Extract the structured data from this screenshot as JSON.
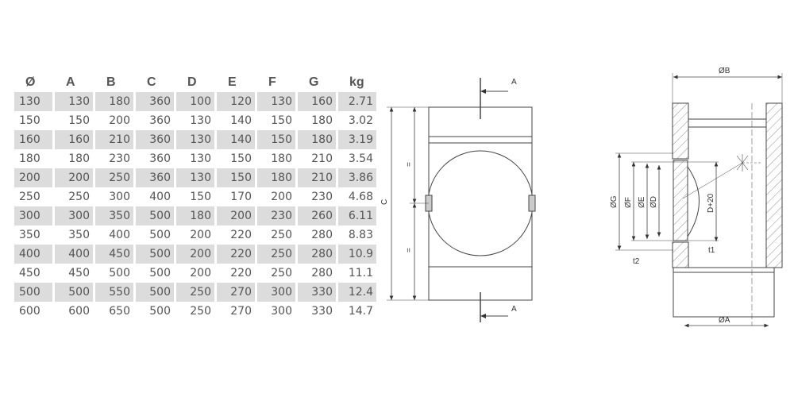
{
  "table": {
    "headers": [
      "Ø",
      "A",
      "B",
      "C",
      "D",
      "E",
      "F",
      "G",
      "kg"
    ],
    "rows": [
      [
        "130",
        "130",
        "180",
        "360",
        "100",
        "120",
        "130",
        "160",
        "2.71"
      ],
      [
        "150",
        "150",
        "200",
        "360",
        "130",
        "140",
        "150",
        "180",
        "3.02"
      ],
      [
        "160",
        "160",
        "210",
        "360",
        "130",
        "140",
        "150",
        "180",
        "3.19"
      ],
      [
        "180",
        "180",
        "230",
        "360",
        "130",
        "150",
        "180",
        "210",
        "3.54"
      ],
      [
        "200",
        "200",
        "250",
        "360",
        "130",
        "150",
        "180",
        "210",
        "3.86"
      ],
      [
        "250",
        "250",
        "300",
        "400",
        "150",
        "170",
        "200",
        "230",
        "4.68"
      ],
      [
        "300",
        "300",
        "350",
        "500",
        "180",
        "200",
        "230",
        "260",
        "6.11"
      ],
      [
        "350",
        "350",
        "400",
        "500",
        "200",
        "220",
        "250",
        "280",
        "8.83"
      ],
      [
        "400",
        "400",
        "450",
        "500",
        "200",
        "220",
        "250",
        "280",
        "10.9"
      ],
      [
        "450",
        "450",
        "500",
        "500",
        "200",
        "220",
        "250",
        "280",
        "11.1"
      ],
      [
        "500",
        "500",
        "550",
        "500",
        "250",
        "270",
        "300",
        "330",
        "12.4"
      ],
      [
        "600",
        "600",
        "650",
        "500",
        "250",
        "270",
        "300",
        "330",
        "14.7"
      ]
    ]
  },
  "front_view": {
    "section_top": "A",
    "section_bottom": "A",
    "dim_c": "C",
    "equal_top": "=",
    "equal_bottom": "="
  },
  "section_view": {
    "dim_b": "ØB",
    "dim_a": "ØA",
    "dim_g": "ØG",
    "dim_f": "ØF",
    "dim_e": "ØE",
    "dim_d": "ØD",
    "dim_d20": "D+20",
    "t1": "t1",
    "t2": "t2"
  }
}
